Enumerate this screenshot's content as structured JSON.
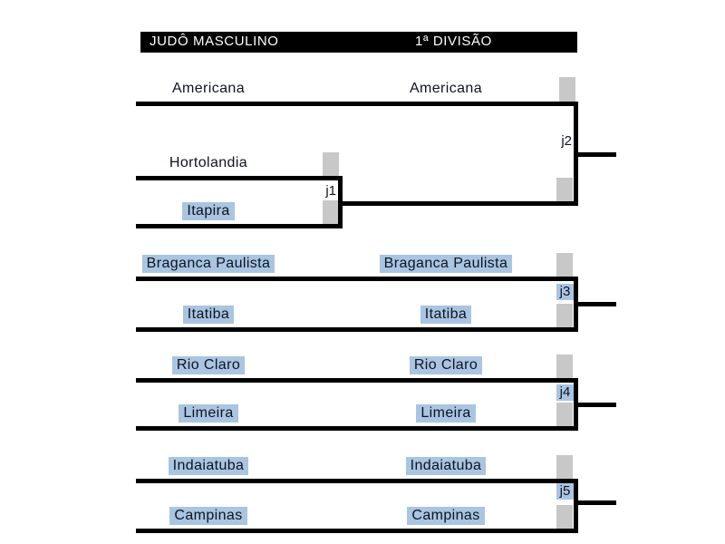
{
  "header": {
    "competition": "JUDÔ MASCULINO",
    "division": "1ª DIVISÃO"
  },
  "columns": {
    "round1": [
      {
        "name": "Americana",
        "highlighted": false
      },
      {
        "name": "Hortolandia",
        "highlighted": false
      },
      {
        "name": "Itapira",
        "highlighted": true
      },
      {
        "name": "Braganca Paulista",
        "highlighted": true
      },
      {
        "name": "Itatiba",
        "highlighted": true
      },
      {
        "name": "Rio Claro",
        "highlighted": true
      },
      {
        "name": "Limeira",
        "highlighted": true
      },
      {
        "name": "Indaiatuba",
        "highlighted": true
      },
      {
        "name": "Campinas",
        "highlighted": true
      }
    ],
    "round2": [
      {
        "name": "Americana",
        "highlighted": false
      },
      {
        "name": "Braganca Paulista",
        "highlighted": true
      },
      {
        "name": "Itatiba",
        "highlighted": true
      },
      {
        "name": "Rio Claro",
        "highlighted": true
      },
      {
        "name": "Limeira",
        "highlighted": true
      },
      {
        "name": "Indaiatuba",
        "highlighted": true
      },
      {
        "name": "Campinas",
        "highlighted": true
      }
    ]
  },
  "matches": [
    {
      "label": "j1",
      "highlighted": false
    },
    {
      "label": "j2",
      "highlighted": false
    },
    {
      "label": "j3",
      "highlighted": true
    },
    {
      "label": "j4",
      "highlighted": true
    },
    {
      "label": "j5",
      "highlighted": true
    }
  ],
  "colors": {
    "header_bg": "#000000",
    "header_fg": "#ffffff",
    "highlight_blue": "#a9c5e1",
    "cell_gray": "#c8c8c8",
    "line": "#000000"
  }
}
